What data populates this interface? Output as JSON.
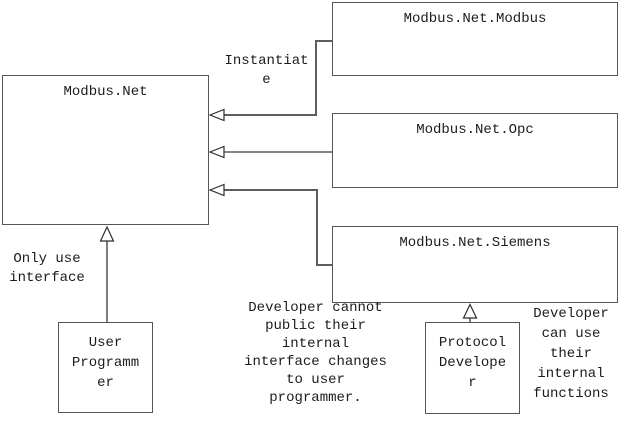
{
  "diagram": {
    "nodes": {
      "modbus_net": {
        "label": "Modbus.Net"
      },
      "modbus_net_modbus": {
        "label": "Modbus.Net.Modbus"
      },
      "modbus_net_opc": {
        "label": "Modbus.Net.Opc"
      },
      "modbus_net_siemens": {
        "label": "Modbus.Net.Siemens"
      },
      "user_programmer": {
        "lines": [
          "User",
          "Programm",
          "er"
        ]
      },
      "protocol_developer": {
        "lines": [
          "Protocol",
          "Develope",
          "r"
        ]
      }
    },
    "annotations": {
      "instantiate": {
        "lines": [
          "Instantiat",
          "e"
        ]
      },
      "only_use_interface": {
        "lines": [
          "Only use",
          "interface"
        ]
      },
      "developer_cannot": {
        "lines": [
          "Developer cannot",
          "public their",
          "internal",
          "interface changes",
          "to user",
          "programmer."
        ]
      },
      "developer_can": {
        "lines": [
          "Developer",
          "can use",
          "their",
          "internal",
          "functions"
        ]
      }
    },
    "colors": {
      "background": "#ffffff",
      "box_border": "#565656",
      "text": "#1c1c1c",
      "connector_line": "#5d5d5d",
      "arrowhead_outline": "#2e2e2e",
      "arrowhead_fill": "#ffffff"
    }
  }
}
